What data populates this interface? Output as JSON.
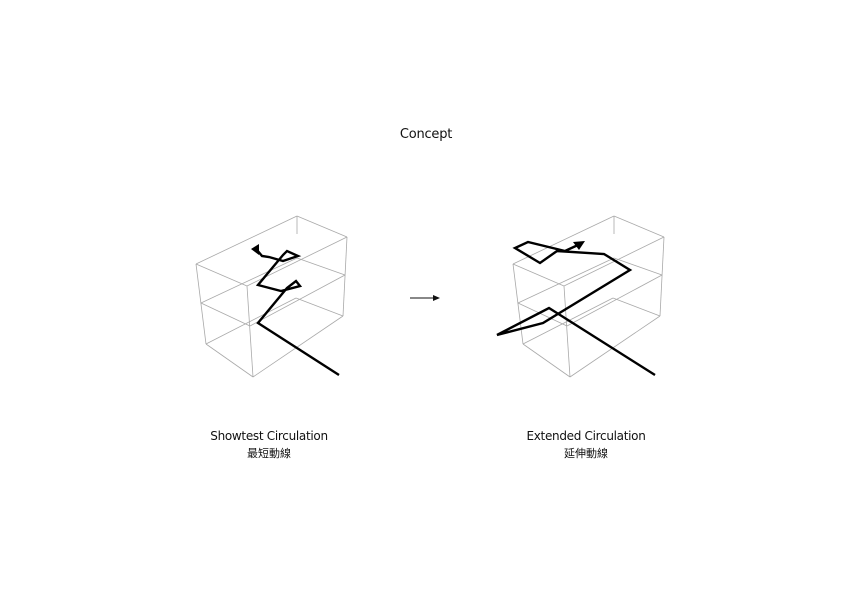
{
  "title": "Concept",
  "diagrams": [
    {
      "caption_en": "Showtest Circulation",
      "caption_jp": "最短動線"
    },
    {
      "caption_en": "Extended Circulation",
      "caption_jp": "延伸動線"
    }
  ],
  "transition_arrow": "right-arrow",
  "colors": {
    "background": "#ffffff",
    "box_lines": "#a9a9a9",
    "circulation_path": "#000000",
    "text": "#111111"
  }
}
